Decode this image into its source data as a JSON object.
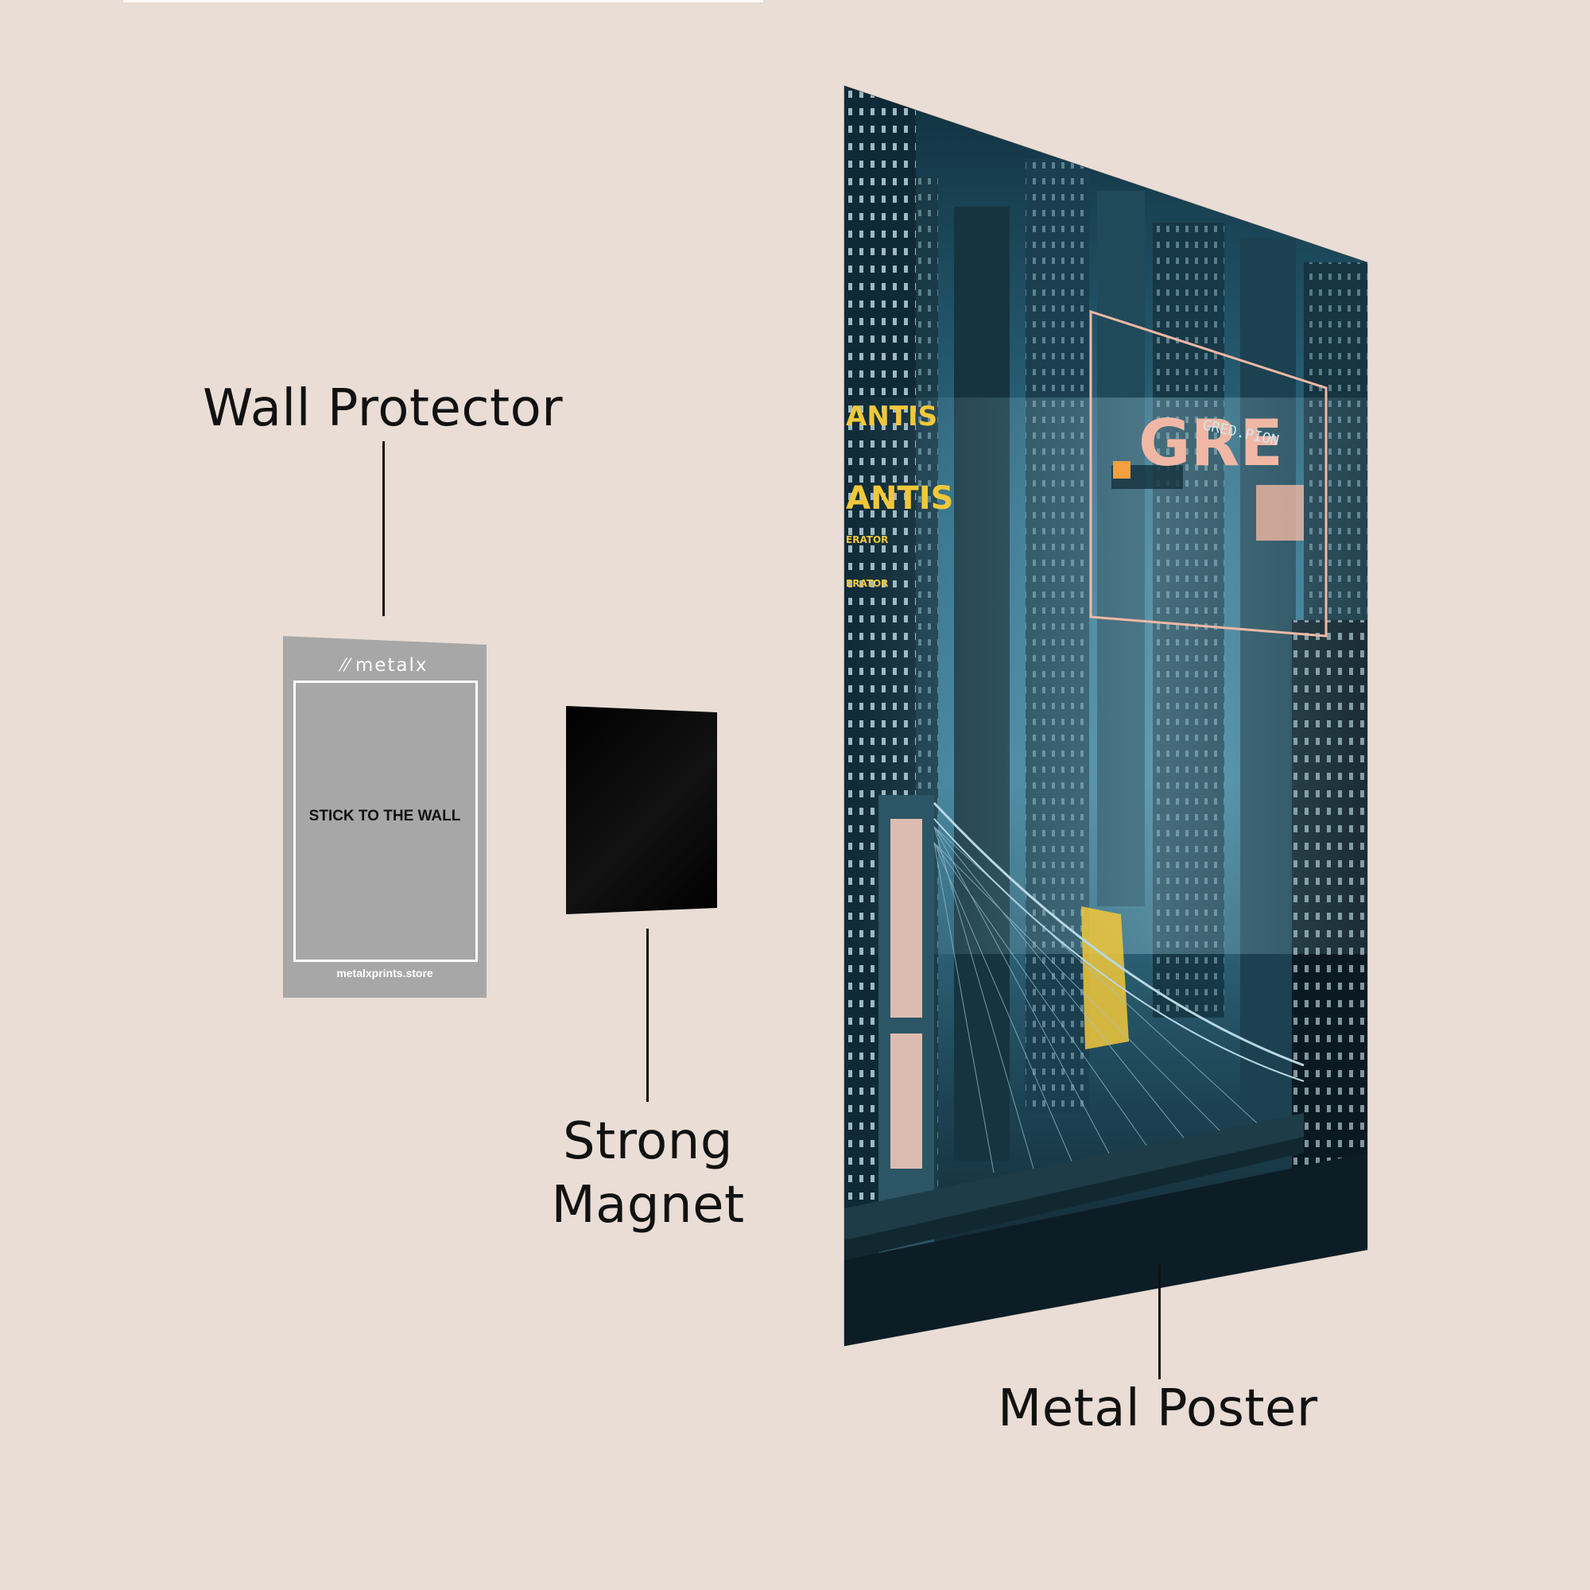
{
  "labels": {
    "wall_protector": "Wall Protector",
    "strong_magnet_line1": "Strong",
    "strong_magnet_line2": "Magnet",
    "metal_poster": "Metal Poster"
  },
  "protector": {
    "brand": "metalx",
    "instruction": "STICK TO THE WALL",
    "url": "metalxprints.store"
  },
  "poster_art": {
    "sign_left": "ANTIS",
    "sign_big": "GRE",
    "sign_small": "GRED.PION",
    "sign_sub": "ERATOR"
  },
  "colors": {
    "background": "#e9ddd5",
    "protector": "#a7a7a7",
    "magnet": "#000000",
    "poster_sky": "#3d7f98",
    "poster_dark": "#0d1d26",
    "neon_yellow": "#f2c83a",
    "neon_pink": "#f0b8a4"
  }
}
